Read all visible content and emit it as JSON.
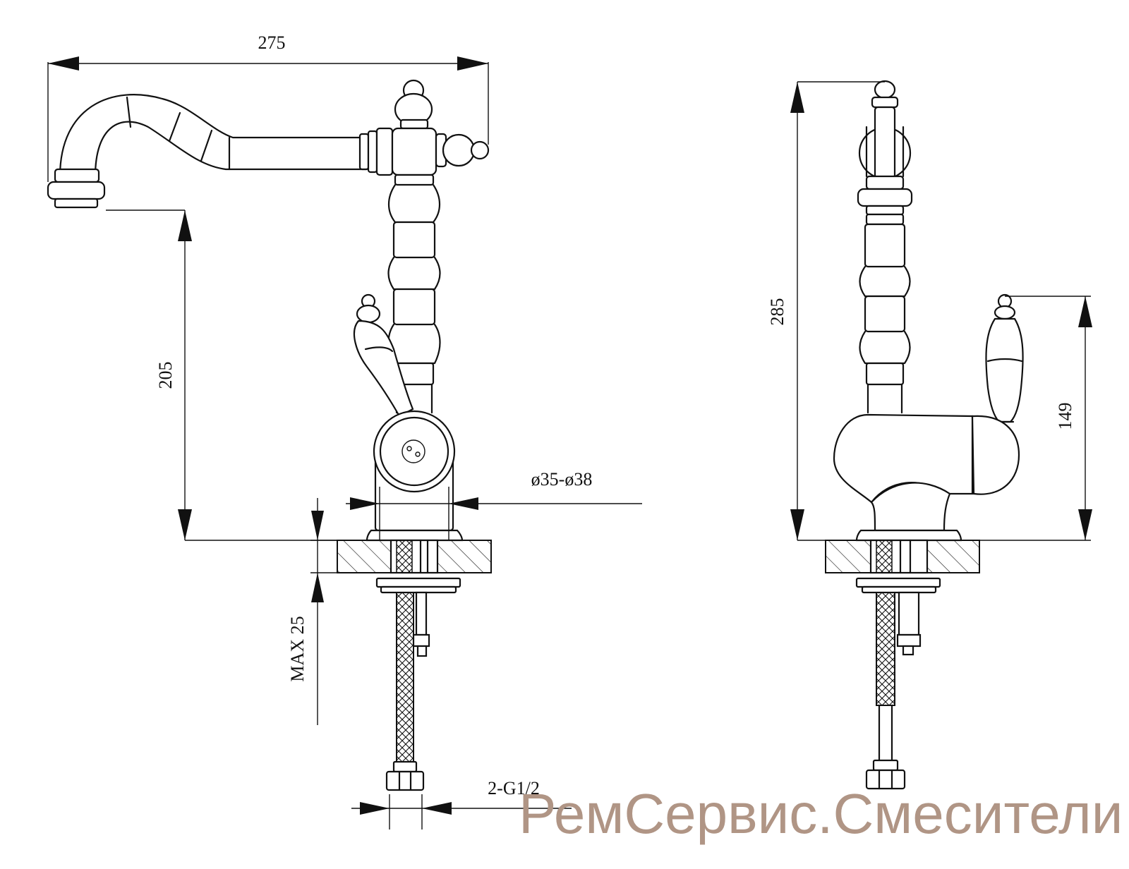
{
  "dimensions": {
    "spout_reach": "275",
    "spout_height": "205",
    "hole_diameter": "ø35-ø38",
    "max_counter_thickness": "MAX 25",
    "connection_thread": "2-G1/2",
    "total_height": "285",
    "handle_height": "149"
  },
  "watermark": "РемСервис.Смесители",
  "colors": {
    "line": "#111111",
    "watermark": "#b09585",
    "background": "#ffffff"
  }
}
